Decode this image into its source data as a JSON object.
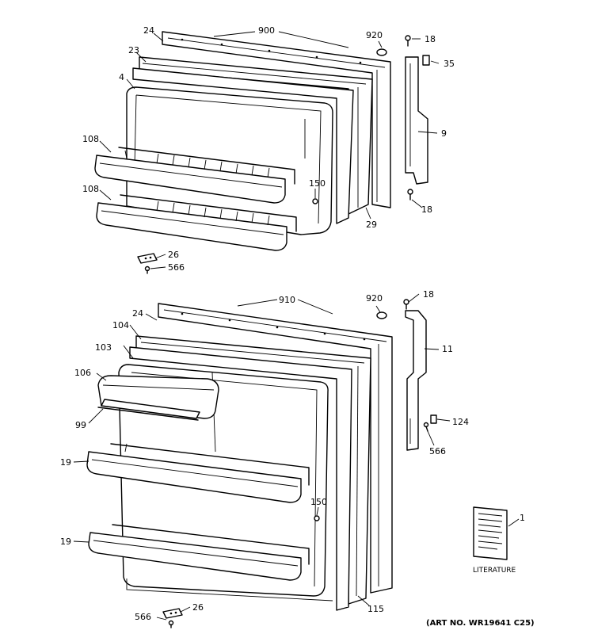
{
  "labels": {
    "l24a": "24",
    "l900": "900",
    "l920a": "920",
    "l18a": "18",
    "l35": "35",
    "l23": "23",
    "l4": "4",
    "l9": "9",
    "l108a": "108",
    "l108b": "108",
    "l150a": "150",
    "l18b": "18",
    "l29": "29",
    "l26a": "26",
    "l566a": "566",
    "l910": "910",
    "l920b": "920",
    "l18c": "18",
    "l24b": "24",
    "l104": "104",
    "l11": "11",
    "l103": "103",
    "l106": "106",
    "l124": "124",
    "l99": "99",
    "l566b": "566",
    "l19a": "19",
    "l150b": "150",
    "l1": "1",
    "l19b": "19",
    "l115": "115",
    "l566c": "566",
    "l26b": "26"
  },
  "literature_caption": "LITERATURE",
  "art_number": "(ART NO. WR19641 C25)"
}
